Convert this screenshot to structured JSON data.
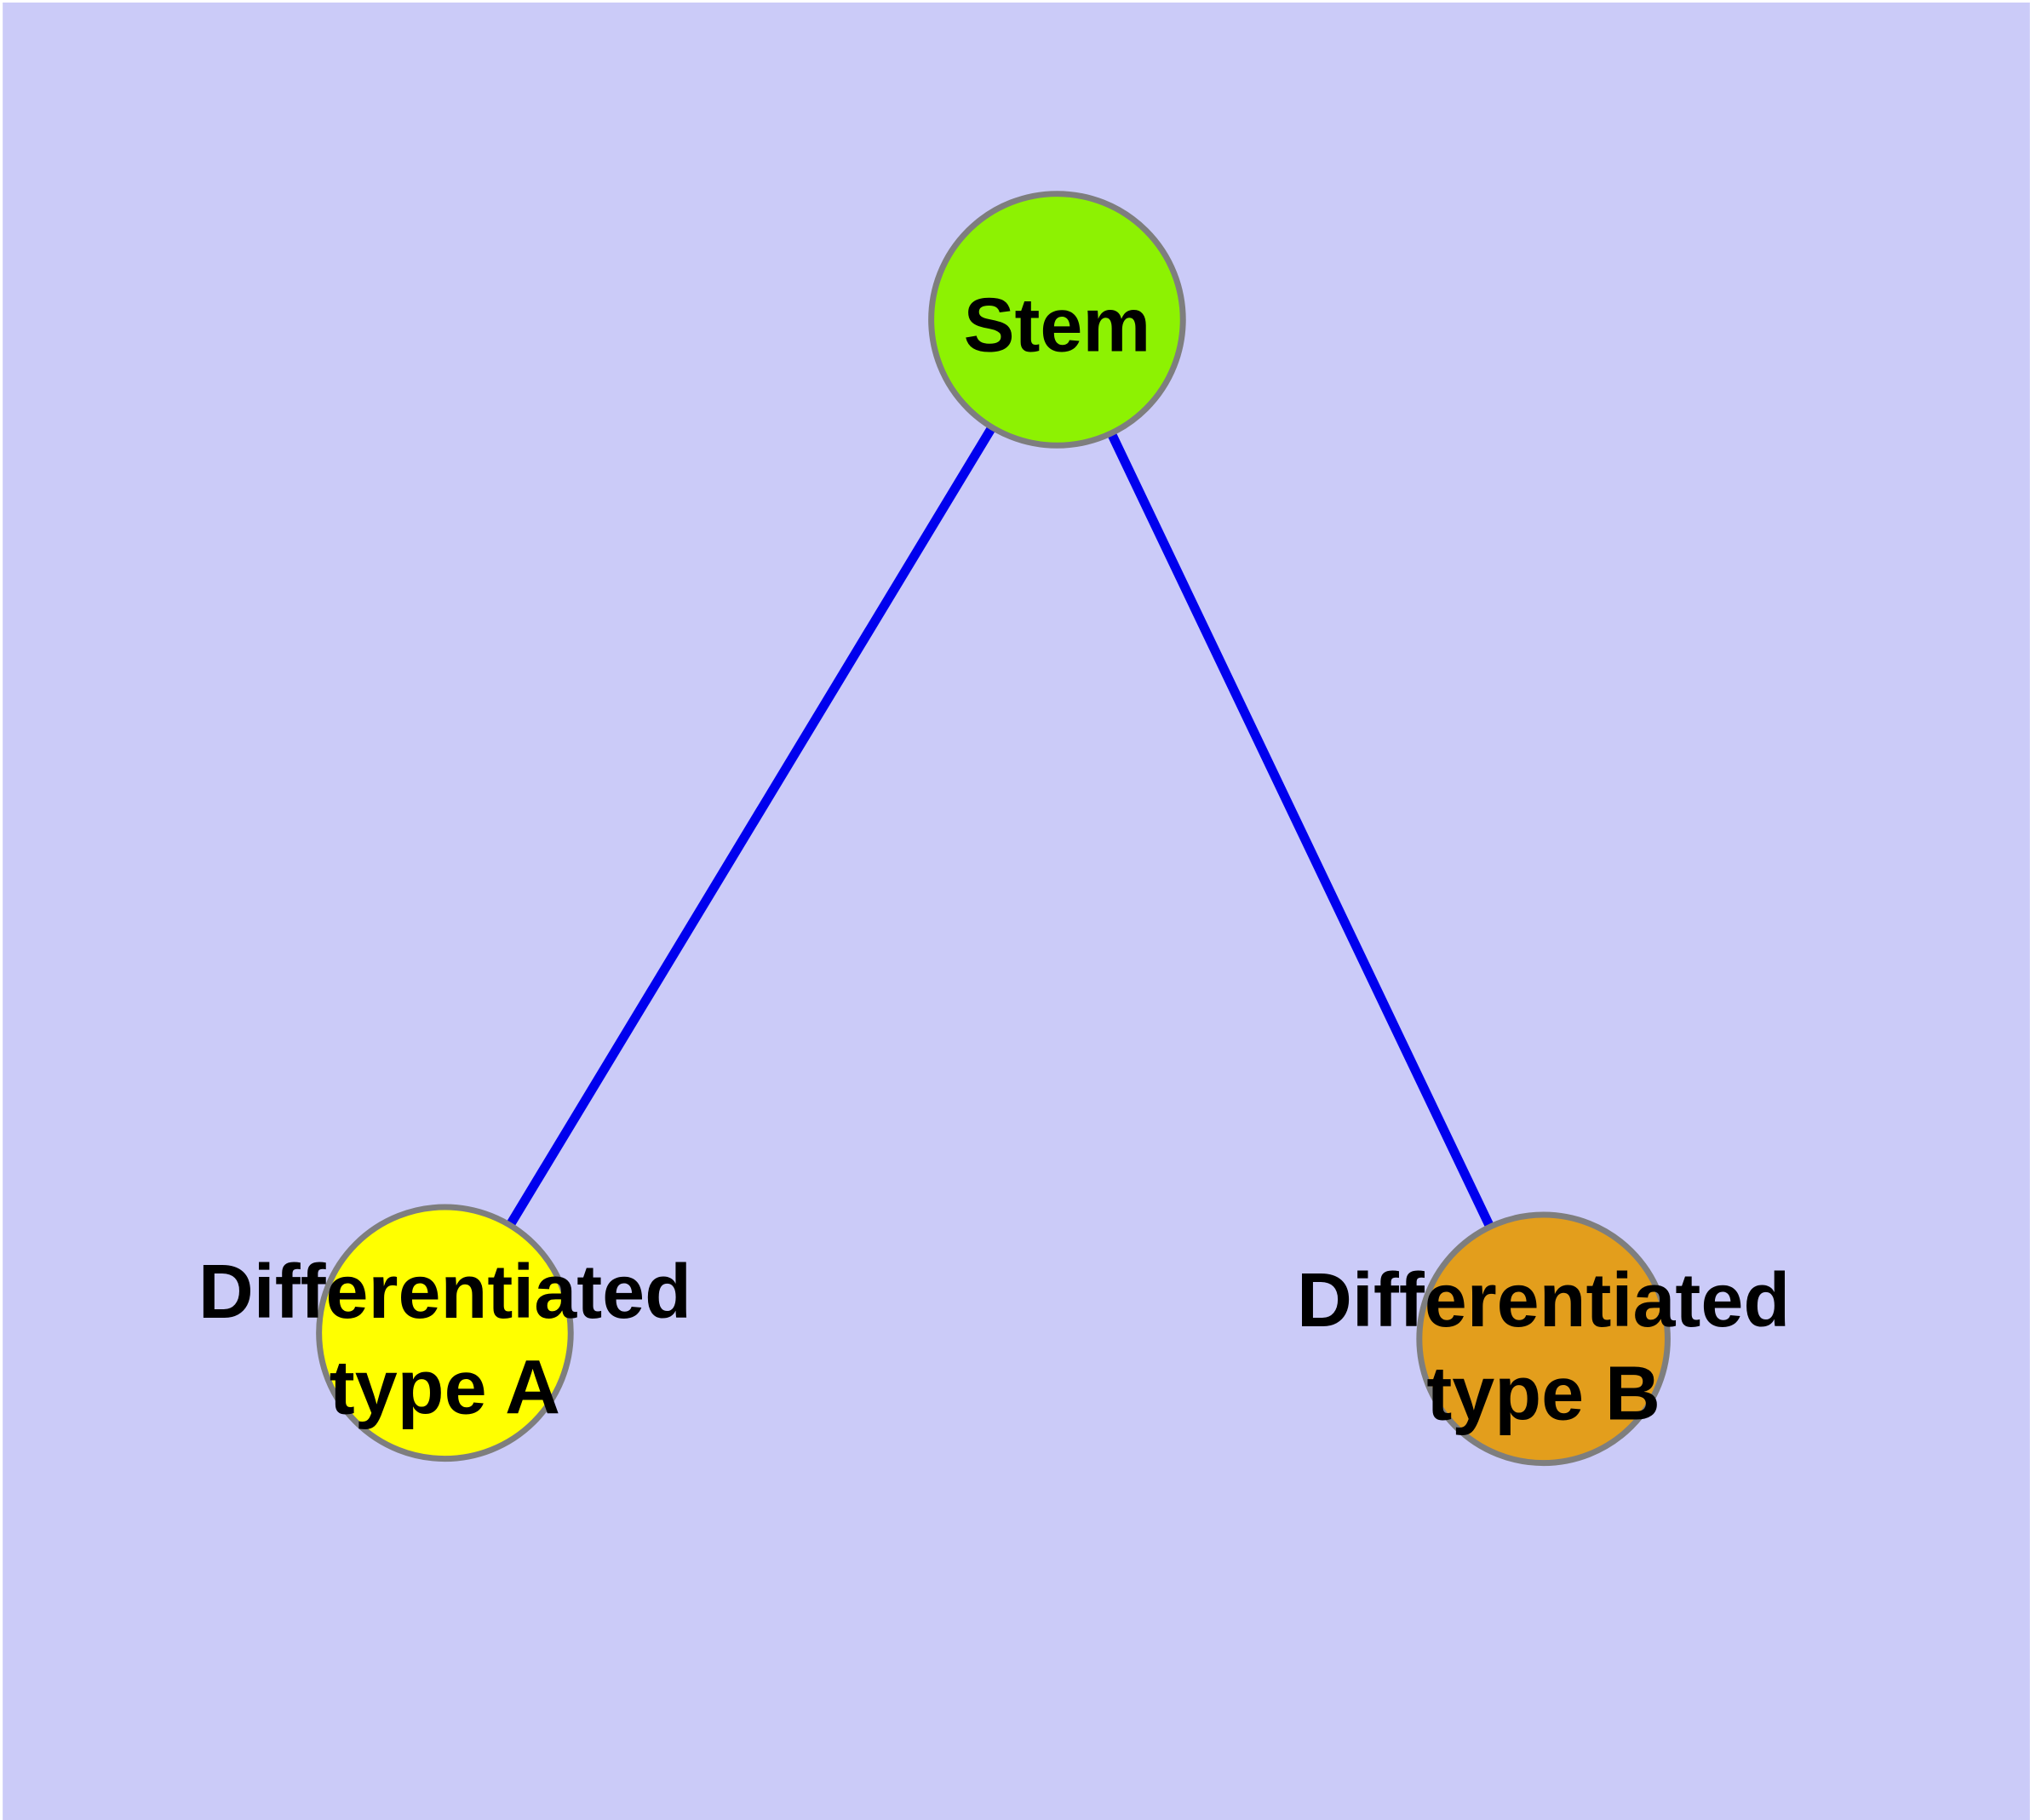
{
  "diagram": {
    "type": "graph",
    "background_color": "#CBCBF8",
    "label_color": "#000000",
    "edge": {
      "color": "#0000EE",
      "width": 11
    },
    "node_border": {
      "color": "#7E7E7E",
      "width": 7
    },
    "nodes": {
      "stem": {
        "label": "Stem",
        "fill": "#8DF202"
      },
      "type_a": {
        "label_line1": "Differentiated",
        "label_line2": "type A",
        "label_full": "Differentiated type A",
        "fill": "#FFFF00"
      },
      "type_b": {
        "label_line1": "Differentiated",
        "label_line2": "type B",
        "label_full": "Differentiated type B",
        "fill": "#E39E1C"
      }
    },
    "edges": [
      {
        "from": "Stem",
        "to": "Differentiated type A"
      },
      {
        "from": "Stem",
        "to": "Differentiated type B"
      }
    ]
  }
}
